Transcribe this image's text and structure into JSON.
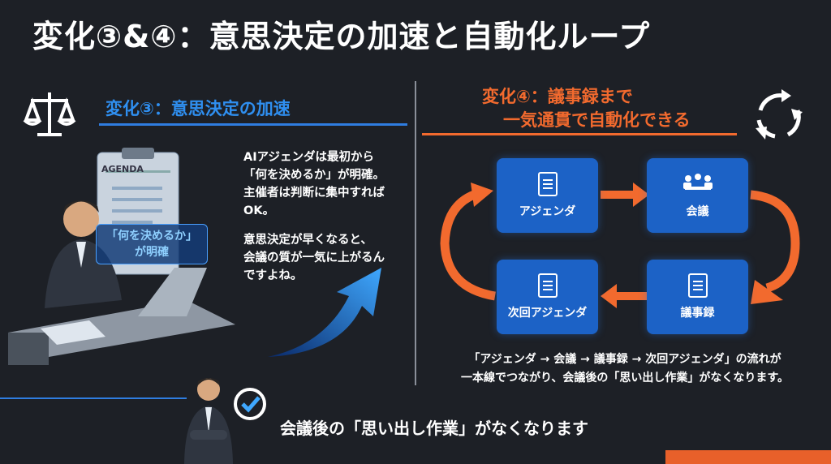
{
  "title": "変化③&④：意思決定の加速と自動化ループ",
  "left": {
    "heading": "変化③：意思決定の加速",
    "clipboard_label": "AGENDA",
    "callout": [
      "「何を決めるか」",
      "が明確"
    ],
    "paragraph1": [
      "AIアジェンダは最初から",
      "「何を決めるか」が明確。",
      "主催者は判断に集中すれば",
      "OK。"
    ],
    "paragraph2": [
      "意思決定が早くなると、",
      "会議の質が一気に上がるん",
      "ですよね。"
    ]
  },
  "right": {
    "heading_line1": "変化④：議事録まで",
    "heading_line2": "一気通貫で自動化できる",
    "nodes": [
      "アジェンダ",
      "会議",
      "議事録",
      "次回アジェンダ"
    ],
    "caption": [
      "「アジェンダ → 会議 → 議事録 → 次回アジェンダ」の流れが",
      "一本線でつながり、会議後の「思い出し作業」がなくなります。"
    ]
  },
  "bottom": {
    "text": "会議後の「思い出し作業」がなくなります"
  },
  "colors": {
    "blue": "#2f8ff0",
    "orange": "#f26a2e",
    "box": "#1c62c6",
    "bg": "#1d2026"
  }
}
